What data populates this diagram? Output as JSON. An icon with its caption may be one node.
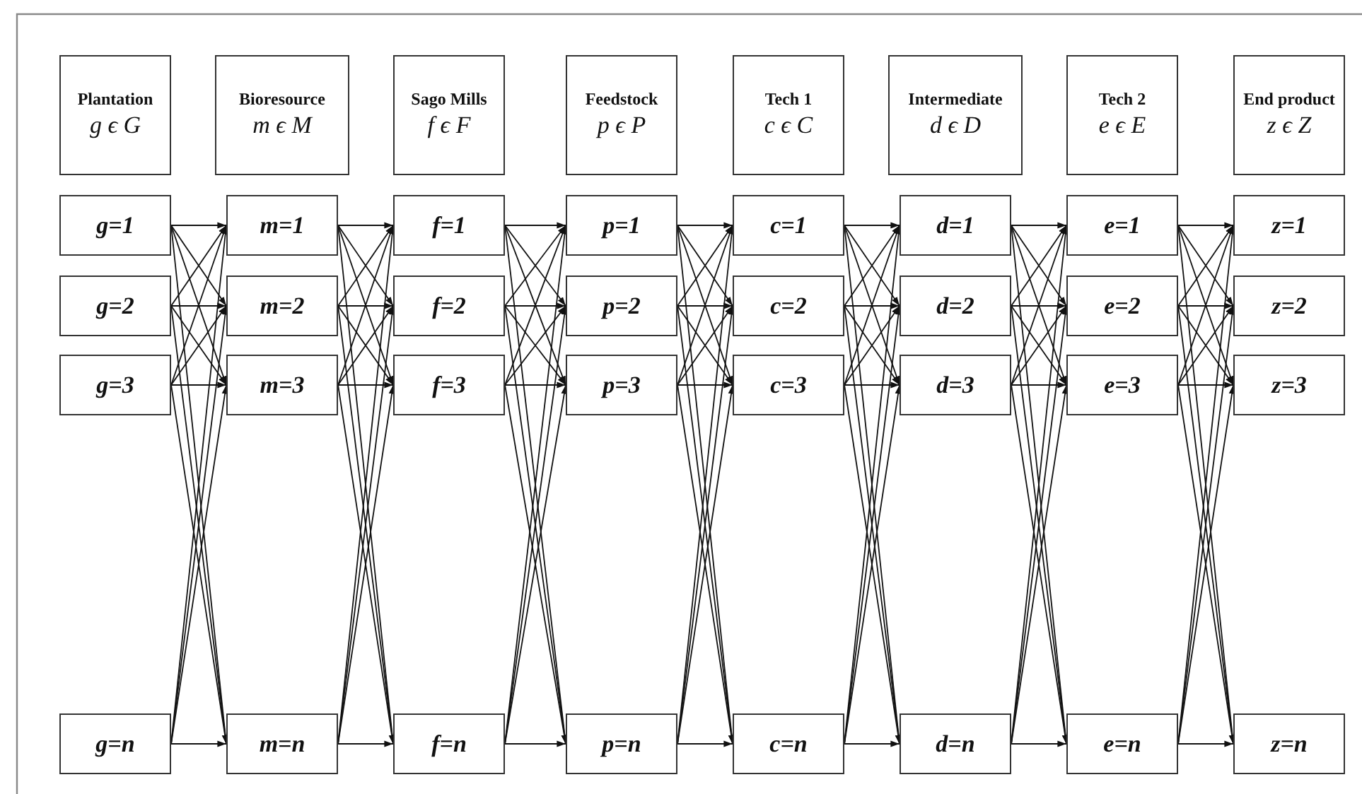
{
  "diagram": {
    "nodes": [
      {
        "text": [
          "Plantation",
          "g ϵ G"
        ]
      },
      {
        "text": [
          "Bioresource",
          "m ϵ M"
        ]
      },
      {
        "text": [
          "Sago Mills",
          "f ϵ F"
        ]
      },
      {
        "text": [
          "Feedstock",
          "p ϵ P"
        ]
      },
      {
        "text": [
          "Tech 1",
          "c ϵ C"
        ]
      },
      {
        "text": [
          "Intermediate",
          "d ϵ D"
        ]
      },
      {
        "text": [
          "Tech 2",
          "e ϵ E"
        ]
      },
      {
        "text": [
          "End product",
          "z ϵ Z"
        ]
      },
      {
        "text": [
          "g=1"
        ]
      },
      {
        "text": [
          "m=1"
        ]
      },
      {
        "text": [
          "f=1"
        ]
      },
      {
        "text": [
          "p=1"
        ]
      },
      {
        "text": [
          "c=1"
        ]
      },
      {
        "text": [
          "d=1"
        ]
      },
      {
        "text": [
          "e=1"
        ]
      },
      {
        "text": [
          "z=1"
        ]
      },
      {
        "text": [
          "g=2"
        ]
      },
      {
        "text": [
          "m=2"
        ]
      },
      {
        "text": [
          "f=2"
        ]
      },
      {
        "text": [
          "p=2"
        ]
      },
      {
        "text": [
          "c=2"
        ]
      },
      {
        "text": [
          "d=2"
        ]
      },
      {
        "text": [
          "e=2"
        ]
      },
      {
        "text": [
          "z=2"
        ]
      },
      {
        "text": [
          "g=3"
        ]
      },
      {
        "text": [
          "m=3"
        ]
      },
      {
        "text": [
          "f=3"
        ]
      },
      {
        "text": [
          "p=3"
        ]
      },
      {
        "text": [
          "c=3"
        ]
      },
      {
        "text": [
          "d=3"
        ]
      },
      {
        "text": [
          "e=3"
        ]
      },
      {
        "text": [
          "z=3"
        ]
      },
      {
        "text": [
          "g=n"
        ]
      },
      {
        "text": [
          "m=n"
        ]
      },
      {
        "text": [
          "f=n"
        ]
      },
      {
        "text": [
          "p=n"
        ]
      },
      {
        "text": [
          "c=n"
        ]
      },
      {
        "text": [
          "d=n"
        ]
      },
      {
        "text": [
          "e=n"
        ]
      },
      {
        "text": [
          "z=n"
        ]
      }
    ],
    "edges": [
      {
        "from": 8,
        "to": 9,
        "arrow": "to"
      },
      {
        "from": 8,
        "to": 17,
        "arrow": "to"
      },
      {
        "from": 8,
        "to": 25,
        "arrow": "to"
      },
      {
        "from": 8,
        "to": 33,
        "arrow": "to"
      },
      {
        "from": 16,
        "to": 9,
        "arrow": "to"
      },
      {
        "from": 16,
        "to": 17,
        "arrow": "to"
      },
      {
        "from": 16,
        "to": 25,
        "arrow": "to"
      },
      {
        "from": 16,
        "to": 33,
        "arrow": "to"
      },
      {
        "from": 24,
        "to": 9,
        "arrow": "to"
      },
      {
        "from": 24,
        "to": 17,
        "arrow": "to"
      },
      {
        "from": 24,
        "to": 25,
        "arrow": "to"
      },
      {
        "from": 24,
        "to": 33,
        "arrow": "to"
      },
      {
        "from": 32,
        "to": 9,
        "arrow": "to"
      },
      {
        "from": 32,
        "to": 17,
        "arrow": "to"
      },
      {
        "from": 32,
        "to": 25,
        "arrow": "to"
      },
      {
        "from": 32,
        "to": 33,
        "arrow": "to"
      },
      {
        "from": 9,
        "to": 10,
        "arrow": "to"
      },
      {
        "from": 9,
        "to": 18,
        "arrow": "to"
      },
      {
        "from": 9,
        "to": 26,
        "arrow": "to"
      },
      {
        "from": 9,
        "to": 34,
        "arrow": "to"
      },
      {
        "from": 17,
        "to": 10,
        "arrow": "to"
      },
      {
        "from": 17,
        "to": 18,
        "arrow": "to"
      },
      {
        "from": 17,
        "to": 26,
        "arrow": "to"
      },
      {
        "from": 17,
        "to": 34,
        "arrow": "to"
      },
      {
        "from": 25,
        "to": 10,
        "arrow": "to"
      },
      {
        "from": 25,
        "to": 18,
        "arrow": "to"
      },
      {
        "from": 25,
        "to": 26,
        "arrow": "to"
      },
      {
        "from": 25,
        "to": 34,
        "arrow": "to"
      },
      {
        "from": 33,
        "to": 10,
        "arrow": "to"
      },
      {
        "from": 33,
        "to": 18,
        "arrow": "to"
      },
      {
        "from": 33,
        "to": 26,
        "arrow": "to"
      },
      {
        "from": 33,
        "to": 34,
        "arrow": "to"
      },
      {
        "from": 10,
        "to": 11,
        "arrow": "to"
      },
      {
        "from": 10,
        "to": 19,
        "arrow": "to"
      },
      {
        "from": 10,
        "to": 27,
        "arrow": "to"
      },
      {
        "from": 10,
        "to": 35,
        "arrow": "to"
      },
      {
        "from": 18,
        "to": 11,
        "arrow": "to"
      },
      {
        "from": 18,
        "to": 19,
        "arrow": "to"
      },
      {
        "from": 18,
        "to": 27,
        "arrow": "to"
      },
      {
        "from": 18,
        "to": 35,
        "arrow": "to"
      },
      {
        "from": 26,
        "to": 11,
        "arrow": "to"
      },
      {
        "from": 26,
        "to": 19,
        "arrow": "to"
      },
      {
        "from": 26,
        "to": 27,
        "arrow": "to"
      },
      {
        "from": 26,
        "to": 35,
        "arrow": "to"
      },
      {
        "from": 34,
        "to": 11,
        "arrow": "to"
      },
      {
        "from": 34,
        "to": 19,
        "arrow": "to"
      },
      {
        "from": 34,
        "to": 27,
        "arrow": "to"
      },
      {
        "from": 34,
        "to": 35,
        "arrow": "to"
      },
      {
        "from": 11,
        "to": 12,
        "arrow": "to"
      },
      {
        "from": 11,
        "to": 20,
        "arrow": "to"
      },
      {
        "from": 11,
        "to": 28,
        "arrow": "to"
      },
      {
        "from": 11,
        "to": 36,
        "arrow": "to"
      },
      {
        "from": 19,
        "to": 12,
        "arrow": "to"
      },
      {
        "from": 19,
        "to": 20,
        "arrow": "to"
      },
      {
        "from": 19,
        "to": 28,
        "arrow": "to"
      },
      {
        "from": 19,
        "to": 36,
        "arrow": "to"
      },
      {
        "from": 27,
        "to": 12,
        "arrow": "to"
      },
      {
        "from": 27,
        "to": 20,
        "arrow": "to"
      },
      {
        "from": 27,
        "to": 28,
        "arrow": "to"
      },
      {
        "from": 27,
        "to": 36,
        "arrow": "to"
      },
      {
        "from": 35,
        "to": 12,
        "arrow": "to"
      },
      {
        "from": 35,
        "to": 20,
        "arrow": "to"
      },
      {
        "from": 35,
        "to": 28,
        "arrow": "to"
      },
      {
        "from": 35,
        "to": 36,
        "arrow": "to"
      },
      {
        "from": 12,
        "to": 13,
        "arrow": "to"
      },
      {
        "from": 12,
        "to": 21,
        "arrow": "to"
      },
      {
        "from": 12,
        "to": 29,
        "arrow": "to"
      },
      {
        "from": 12,
        "to": 37,
        "arrow": "to"
      },
      {
        "from": 20,
        "to": 13,
        "arrow": "to"
      },
      {
        "from": 20,
        "to": 21,
        "arrow": "to"
      },
      {
        "from": 20,
        "to": 29,
        "arrow": "to"
      },
      {
        "from": 20,
        "to": 37,
        "arrow": "to"
      },
      {
        "from": 28,
        "to": 13,
        "arrow": "to"
      },
      {
        "from": 28,
        "to": 21,
        "arrow": "to"
      },
      {
        "from": 28,
        "to": 29,
        "arrow": "to"
      },
      {
        "from": 28,
        "to": 37,
        "arrow": "to"
      },
      {
        "from": 36,
        "to": 13,
        "arrow": "to"
      },
      {
        "from": 36,
        "to": 21,
        "arrow": "to"
      },
      {
        "from": 36,
        "to": 29,
        "arrow": "to"
      },
      {
        "from": 36,
        "to": 37,
        "arrow": "to"
      },
      {
        "from": 13,
        "to": 14,
        "arrow": "to"
      },
      {
        "from": 13,
        "to": 22,
        "arrow": "to"
      },
      {
        "from": 13,
        "to": 30,
        "arrow": "to"
      },
      {
        "from": 13,
        "to": 38,
        "arrow": "to"
      },
      {
        "from": 21,
        "to": 14,
        "arrow": "to"
      },
      {
        "from": 21,
        "to": 22,
        "arrow": "to"
      },
      {
        "from": 21,
        "to": 30,
        "arrow": "to"
      },
      {
        "from": 21,
        "to": 38,
        "arrow": "to"
      },
      {
        "from": 29,
        "to": 14,
        "arrow": "to"
      },
      {
        "from": 29,
        "to": 22,
        "arrow": "to"
      },
      {
        "from": 29,
        "to": 30,
        "arrow": "to"
      },
      {
        "from": 29,
        "to": 38,
        "arrow": "to"
      },
      {
        "from": 37,
        "to": 14,
        "arrow": "to"
      },
      {
        "from": 37,
        "to": 22,
        "arrow": "to"
      },
      {
        "from": 37,
        "to": 30,
        "arrow": "to"
      },
      {
        "from": 37,
        "to": 38,
        "arrow": "to"
      },
      {
        "from": 14,
        "to": 15,
        "arrow": "to"
      },
      {
        "from": 14,
        "to": 23,
        "arrow": "to"
      },
      {
        "from": 14,
        "to": 31,
        "arrow": "to"
      },
      {
        "from": 14,
        "to": 39,
        "arrow": "to"
      },
      {
        "from": 22,
        "to": 15,
        "arrow": "to"
      },
      {
        "from": 22,
        "to": 23,
        "arrow": "to"
      },
      {
        "from": 22,
        "to": 31,
        "arrow": "to"
      },
      {
        "from": 22,
        "to": 39,
        "arrow": "to"
      },
      {
        "from": 30,
        "to": 15,
        "arrow": "to"
      },
      {
        "from": 30,
        "to": 23,
        "arrow": "to"
      },
      {
        "from": 30,
        "to": 31,
        "arrow": "to"
      },
      {
        "from": 30,
        "to": 39,
        "arrow": "to"
      },
      {
        "from": 38,
        "to": 15,
        "arrow": "to"
      },
      {
        "from": 38,
        "to": 23,
        "arrow": "to"
      },
      {
        "from": 38,
        "to": 31,
        "arrow": "to"
      },
      {
        "from": 38,
        "to": 39,
        "arrow": "to"
      }
    ]
  }
}
